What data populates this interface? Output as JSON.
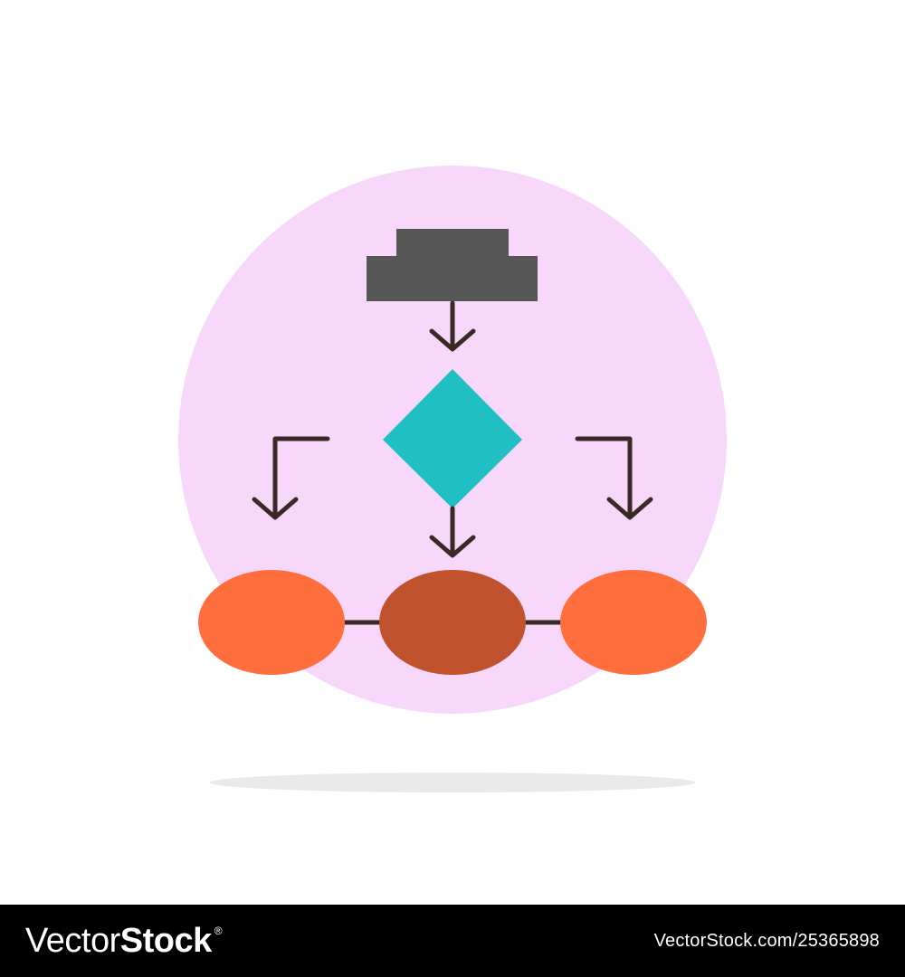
{
  "illustration": {
    "subject": "flowchart-icon",
    "colors": {
      "background": "#ffffff",
      "circle": "#f7d8fb",
      "shadow": "#e9e9e9",
      "header_block": "#565656",
      "arrows": "#3a2a26",
      "diamond": "#1fbfc4",
      "oval_side": "#ff6f3d",
      "oval_center": "#c0522e",
      "connector": "#3a2a26"
    },
    "icons": [
      "flowchart-header-icon",
      "decision-diamond-icon",
      "arrow-down-icon",
      "arrow-turn-down-icon",
      "process-oval-icon"
    ]
  },
  "footer": {
    "brand_regular": "Vector",
    "brand_bold": "Stock",
    "brand_mark": "®",
    "image_id": "VectorStock.com/25365898",
    "colors": {
      "background": "#000000",
      "text": "#ffffff"
    }
  }
}
